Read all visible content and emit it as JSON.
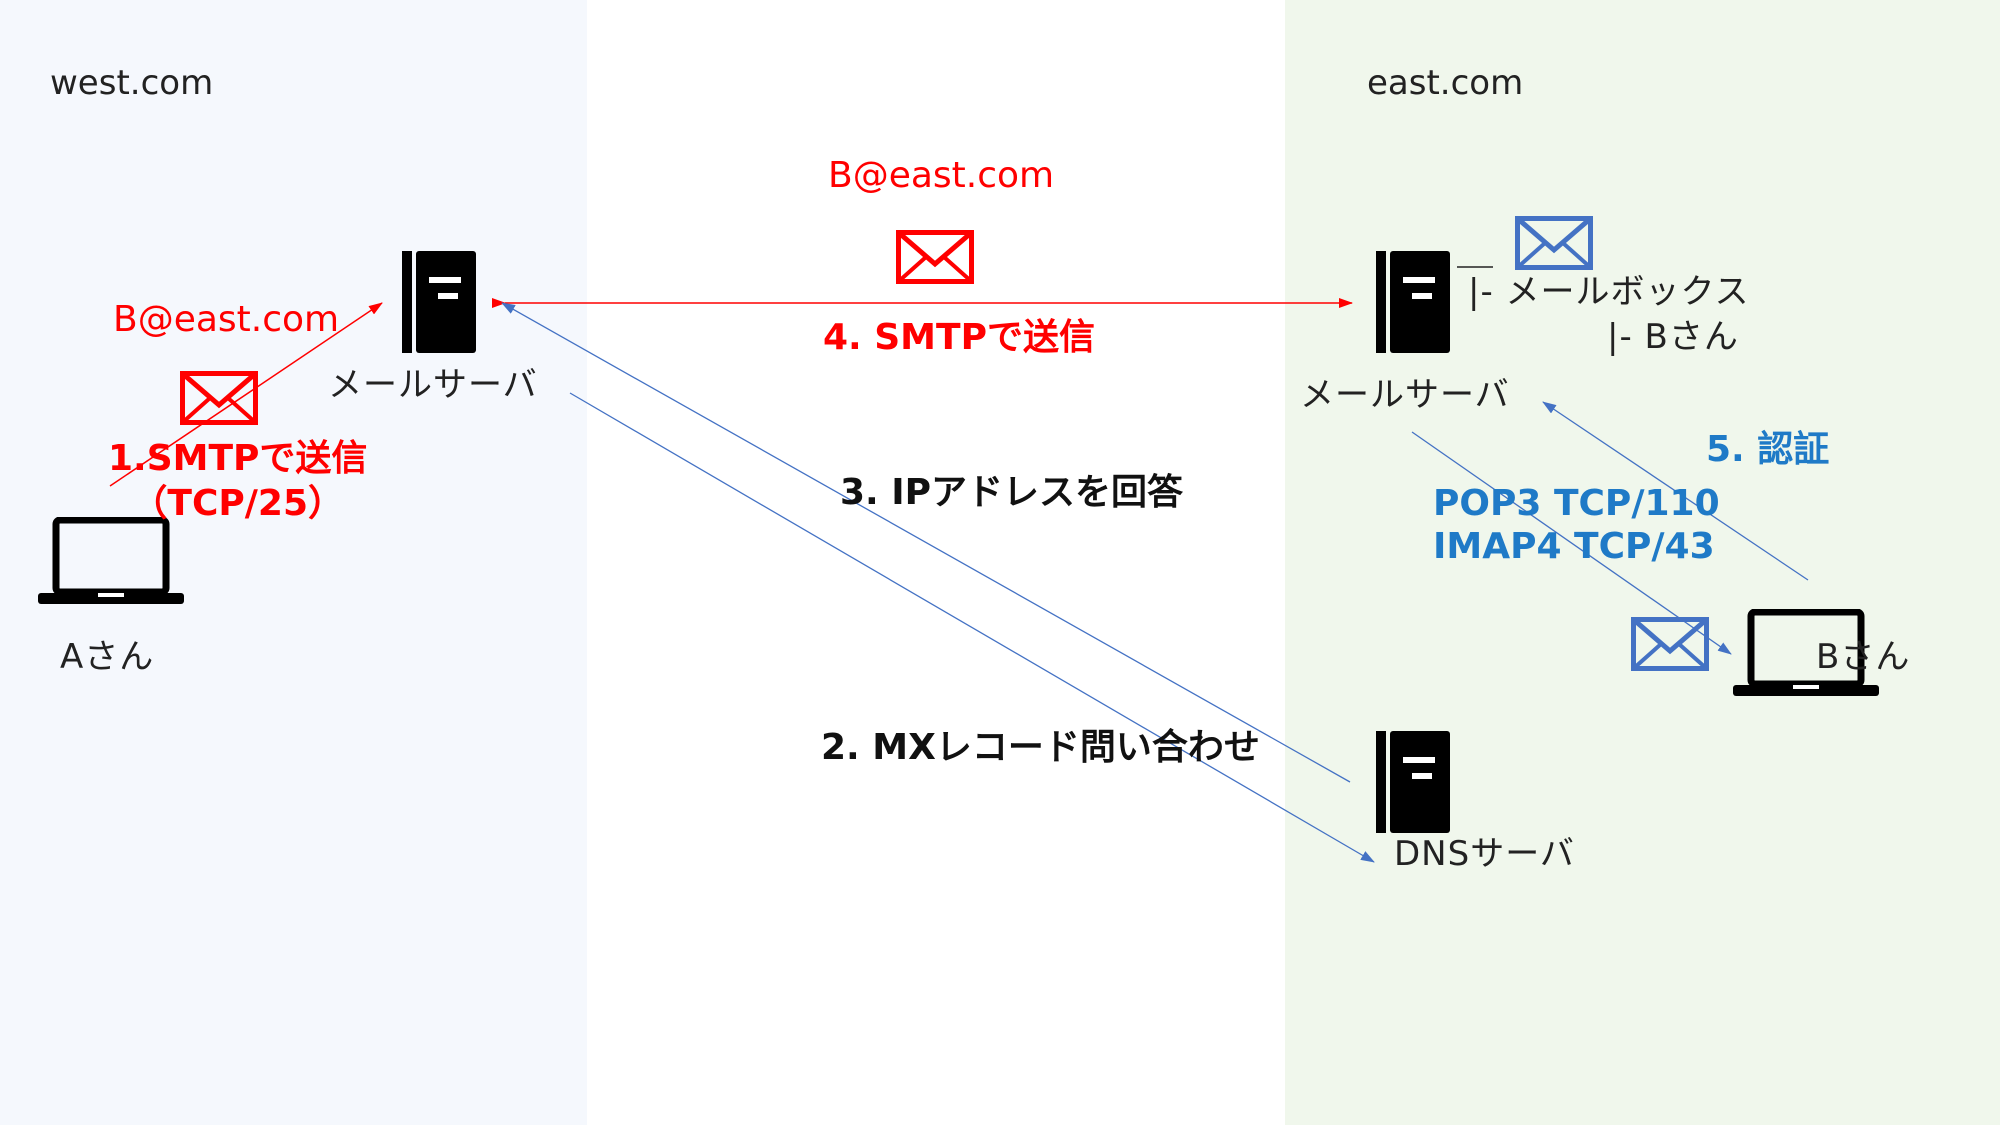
{
  "zones": {
    "west": "west.com",
    "east": "east.com"
  },
  "nodes": {
    "west_mail_server": "メールサーバ",
    "east_mail_server": "メールサーバ",
    "dns_server": "DNSサーバ",
    "user_a": "Aさん",
    "user_b": "Bさん"
  },
  "mailbox": {
    "line1": "|- メールボックス",
    "line2": "|- Bさん"
  },
  "addresses": {
    "client_to": "B@east.com",
    "server_to": "B@east.com"
  },
  "steps": {
    "step1": "1.SMTPで送信\n（TCP/25）",
    "step2": "2. MXレコード問い合わせ",
    "step3": "3. IPアドレスを回答",
    "step4": "4. SMTPで送信",
    "step5": "5. 認証",
    "retrieve": "POP3 TCP/110\nIMAP4 TCP/43"
  },
  "colors": {
    "west_zone": "#f5f8fd",
    "east_zone": "#f0f7ec",
    "smtp": "#ff0000",
    "retrieve": "#1f7ac7",
    "dns_lines": "#4472c4",
    "mail_blue": "#4472c4"
  },
  "icons": {
    "server": "server-icon",
    "laptop": "laptop-icon",
    "envelope": "envelope-icon"
  }
}
